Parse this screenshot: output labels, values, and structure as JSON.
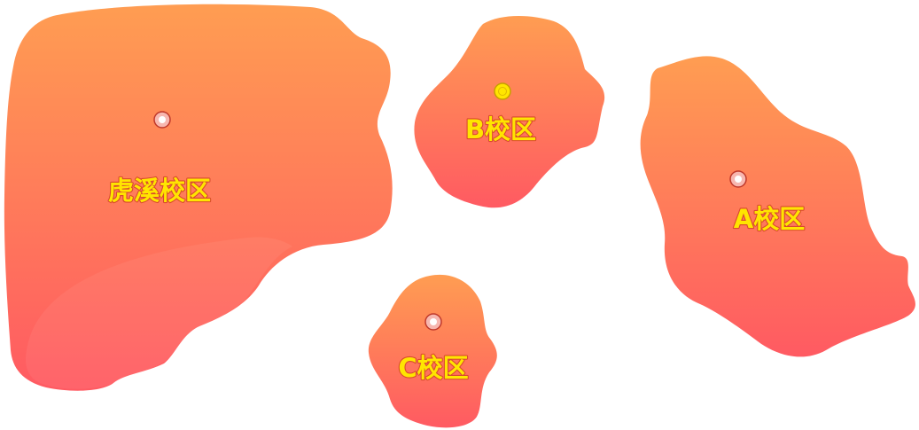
{
  "map": {
    "colors": {
      "gradient_top": "#FF9D52",
      "gradient_bottom": "#FF5A62",
      "label_fill": "#FFE500",
      "label_stroke": "#D84A2E",
      "marker_fill": "#FFFFFF",
      "marker_ring": "#C0392B",
      "marker_active_fill": "#FFE500",
      "marker_active_ring": "#C7A000"
    },
    "regions": [
      {
        "id": "huxi",
        "label": "虎溪校区",
        "icon": "location-dot-icon",
        "selected": false
      },
      {
        "id": "campus-b",
        "label": "B校区",
        "icon": "location-dot-icon",
        "selected": true
      },
      {
        "id": "campus-a",
        "label": "A校区",
        "icon": "location-dot-icon",
        "selected": false
      },
      {
        "id": "campus-c",
        "label": "C校区",
        "icon": "location-dot-icon",
        "selected": false
      }
    ]
  }
}
